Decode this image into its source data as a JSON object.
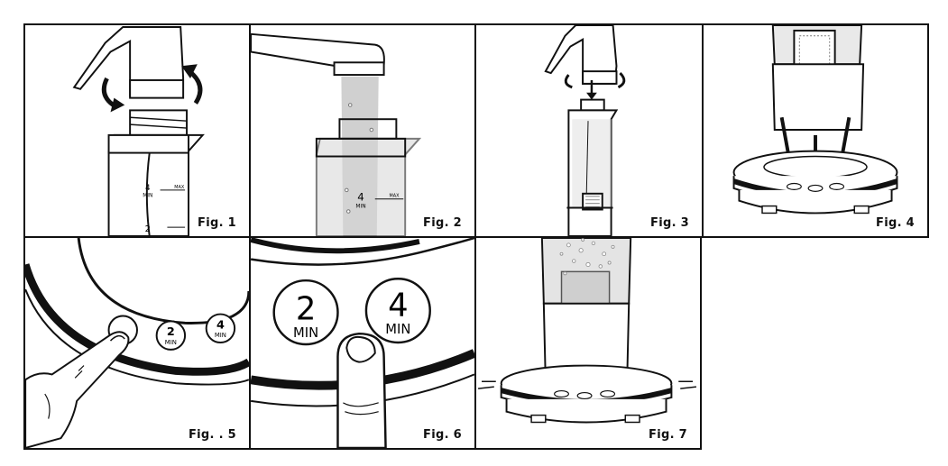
{
  "figures": [
    {
      "label": "Fig. 1"
    },
    {
      "label": "Fig.  2"
    },
    {
      "label": "Fig.  3"
    },
    {
      "label": "Fig.  4"
    },
    {
      "label": "Fig. . 5"
    },
    {
      "label": "Fig. 6"
    },
    {
      "label": "Fig.  7"
    }
  ],
  "bottle_markings": {
    "min_4": "4",
    "min_2": "2",
    "min_unit": "MIN",
    "max": "MAX"
  },
  "buttons": {
    "two": "2",
    "four": "4",
    "unit": "MIN"
  }
}
